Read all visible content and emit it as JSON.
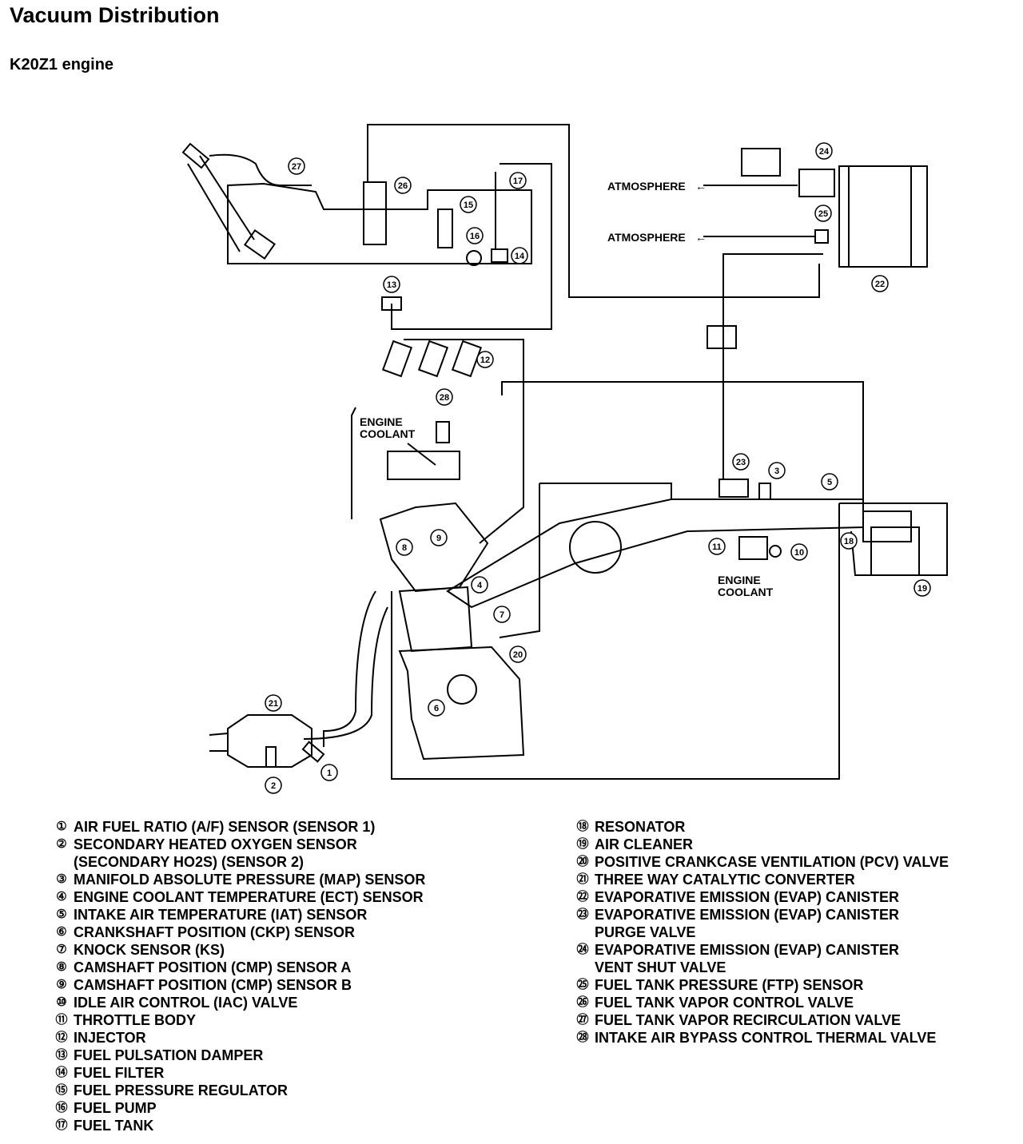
{
  "title": "Vacuum Distribution",
  "subtitle": "K20Z1 engine",
  "labels": {
    "atmosphere_1": "ATMOSPHERE",
    "atmosphere_2": "ATMOSPHERE",
    "engine_coolant_1": "ENGINE\nCOOLANT",
    "engine_coolant_2": "ENGINE\nCOOLANT"
  },
  "callouts": [
    "1",
    "2",
    "3",
    "4",
    "5",
    "6",
    "7",
    "8",
    "9",
    "10",
    "11",
    "12",
    "13",
    "14",
    "15",
    "16",
    "17",
    "18",
    "19",
    "20",
    "21",
    "22",
    "23",
    "24",
    "25",
    "26",
    "27",
    "28"
  ],
  "legend_left": [
    {
      "num": "①",
      "label": "AIR FUEL RATIO (A/F) SENSOR (SENSOR 1)"
    },
    {
      "num": "②",
      "label": "SECONDARY HEATED OXYGEN SENSOR\n(SECONDARY HO2S) (SENSOR 2)"
    },
    {
      "num": "③",
      "label": "MANIFOLD ABSOLUTE PRESSURE (MAP) SENSOR"
    },
    {
      "num": "④",
      "label": "ENGINE COOLANT TEMPERATURE (ECT) SENSOR"
    },
    {
      "num": "⑤",
      "label": "INTAKE AIR TEMPERATURE (IAT) SENSOR"
    },
    {
      "num": "⑥",
      "label": "CRANKSHAFT POSITION (CKP) SENSOR"
    },
    {
      "num": "⑦",
      "label": "KNOCK SENSOR (KS)"
    },
    {
      "num": "⑧",
      "label": "CAMSHAFT POSITION (CMP) SENSOR A"
    },
    {
      "num": "⑨",
      "label": "CAMSHAFT POSITION (CMP) SENSOR B"
    },
    {
      "num": "⑩",
      "label": "IDLE AIR CONTROL (IAC) VALVE"
    },
    {
      "num": "⑪",
      "label": "THROTTLE BODY"
    },
    {
      "num": "⑫",
      "label": "INJECTOR"
    },
    {
      "num": "⑬",
      "label": "FUEL PULSATION DAMPER"
    },
    {
      "num": "⑭",
      "label": "FUEL FILTER"
    },
    {
      "num": "⑮",
      "label": "FUEL PRESSURE REGULATOR"
    },
    {
      "num": "⑯",
      "label": "FUEL PUMP"
    },
    {
      "num": "⑰",
      "label": "FUEL TANK"
    }
  ],
  "legend_right": [
    {
      "num": "⑱",
      "label": "RESONATOR"
    },
    {
      "num": "⑲",
      "label": "AIR CLEANER"
    },
    {
      "num": "⑳",
      "label": "POSITIVE CRANKCASE VENTILATION (PCV) VALVE"
    },
    {
      "num": "㉑",
      "label": "THREE WAY CATALYTIC CONVERTER"
    },
    {
      "num": "㉒",
      "label": "EVAPORATIVE EMISSION (EVAP) CANISTER"
    },
    {
      "num": "㉓",
      "label": "EVAPORATIVE EMISSION (EVAP) CANISTER\nPURGE VALVE"
    },
    {
      "num": "㉔",
      "label": "EVAPORATIVE EMISSION (EVAP) CANISTER\nVENT SHUT VALVE"
    },
    {
      "num": "㉕",
      "label": "FUEL TANK PRESSURE (FTP) SENSOR"
    },
    {
      "num": "㉖",
      "label": "FUEL TANK VAPOR CONTROL VALVE"
    },
    {
      "num": "㉗",
      "label": "FUEL TANK VAPOR RECIRCULATION VALVE"
    },
    {
      "num": "㉘",
      "label": "INTAKE AIR BYPASS CONTROL THERMAL VALVE"
    }
  ]
}
